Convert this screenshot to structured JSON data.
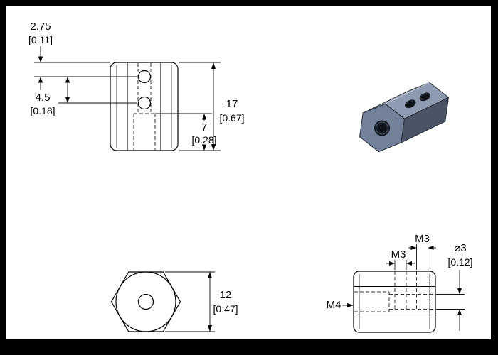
{
  "sheet": {
    "background": "#ffffff",
    "frame": "#000000"
  },
  "front_view": {
    "dim_top_to_hole_mm": "2.75",
    "dim_top_to_hole_in": "[0.11]",
    "dim_hole_spacing_mm": "4.5",
    "dim_hole_spacing_in": "[0.18]",
    "dim_length_mm": "17",
    "dim_length_in": "[0.67]",
    "dim_tap_depth_mm": "7",
    "dim_tap_depth_in": "[0.28]"
  },
  "end_view": {
    "dim_hex_width_mm": "12",
    "dim_hex_width_in": "[0.47]"
  },
  "side_view": {
    "thread_hole_near": "M3",
    "thread_hole_far": "M3",
    "thread_axial": "M4",
    "dim_bore": "⌀3",
    "dim_bore_in": "[0.12]"
  },
  "iso_view": {
    "colors": {
      "face_left": "#a9b5c5",
      "face_top": "#8e9bb0",
      "face_right": "#4a5464",
      "face_front": "#73819a",
      "hole": "#1a2029",
      "hole_inner": "#0e1218",
      "edge": "#262d38",
      "highlight": "#ccd5e0"
    }
  }
}
